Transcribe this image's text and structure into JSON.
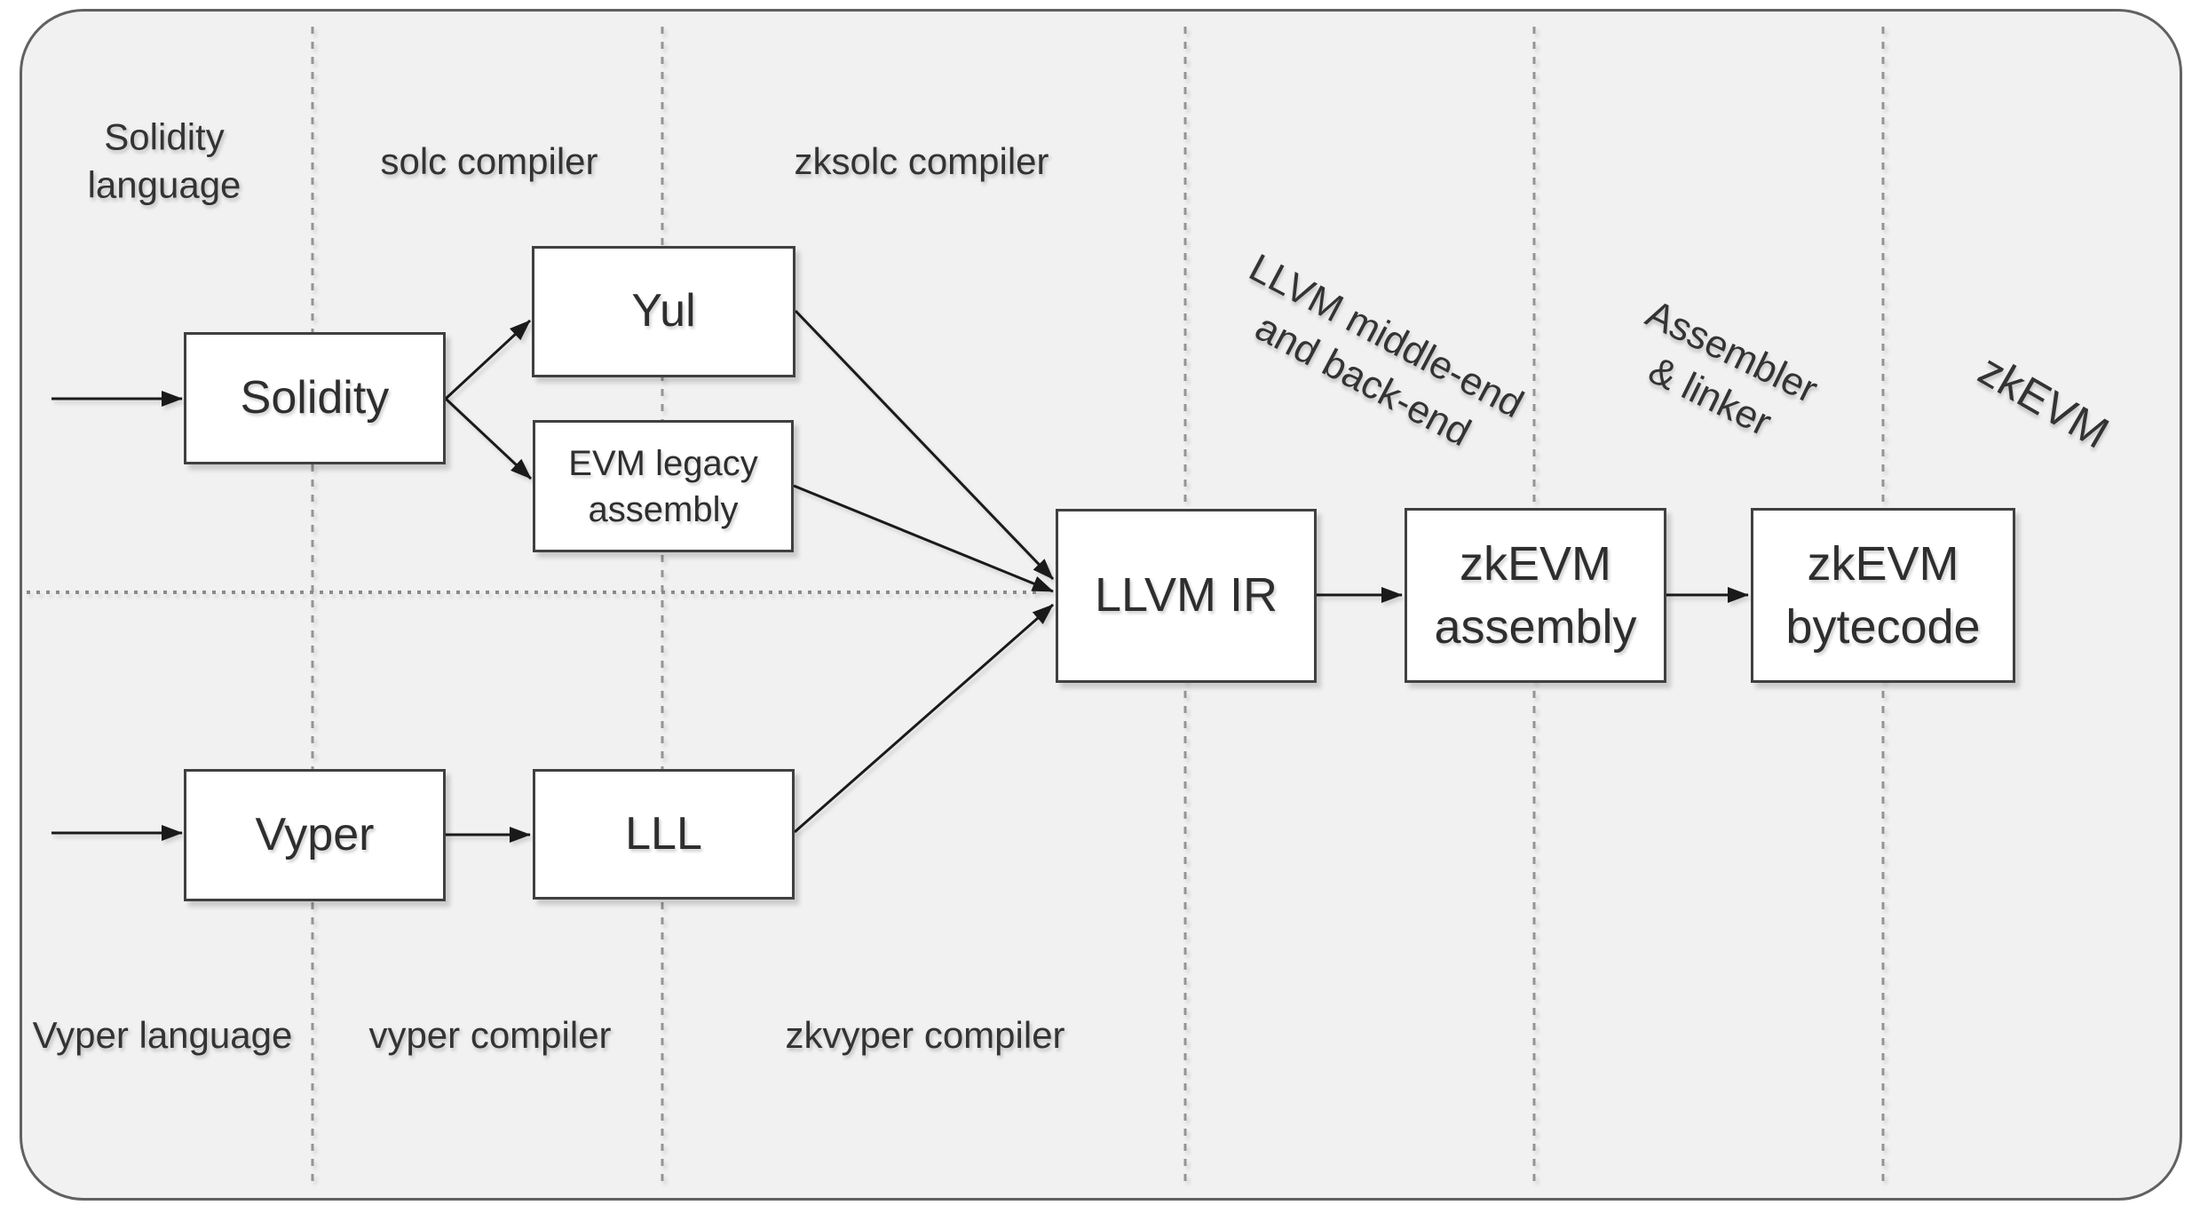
{
  "diagram": {
    "nodes": {
      "solidity": {
        "label": "Solidity"
      },
      "yul": {
        "label": "Yul"
      },
      "evm_legacy": {
        "label": "EVM legacy\nassembly"
      },
      "vyper": {
        "label": "Vyper"
      },
      "lll": {
        "label": "LLL"
      },
      "llvm_ir": {
        "label": "LLVM IR"
      },
      "zkevm_assembly": {
        "label": "zkEVM\nassembly"
      },
      "zkevm_bytecode": {
        "label": "zkEVM\nbytecode"
      }
    },
    "lane_labels": {
      "solidity_language": "Solidity\nlanguage",
      "solc_compiler": "solc compiler",
      "zksolc_compiler": "zksolc compiler",
      "vyper_language": "Vyper language",
      "vyper_compiler": "vyper compiler",
      "zkvyper_compiler": "zkvyper compiler",
      "llvm_stage": "LLVM middle-end\nand back-end",
      "assembler_stage": "Assembler\n& linker",
      "zkevm_stage": "zkEVM"
    },
    "colors": {
      "page_bg": "#ffffff",
      "panel_bg": "#f1f1f2",
      "panel_border": "#616161",
      "node_bg": "#ffffff",
      "node_border": "#404040",
      "lane_line": "#949494",
      "divider_line": "#8a8a8a",
      "arrow": "#1a1a1a",
      "text": "#333333"
    }
  }
}
